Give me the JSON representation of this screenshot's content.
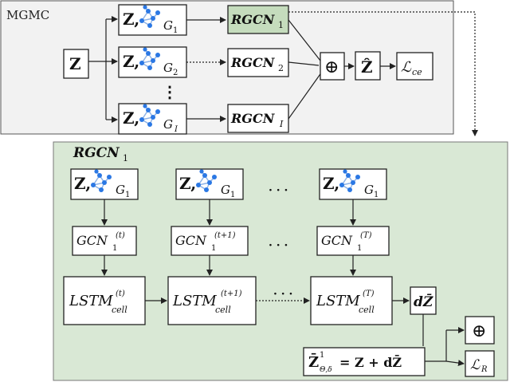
{
  "top": {
    "label": "MGMC",
    "input": "Z",
    "rows": [
      {
        "z": "Z,",
        "g": "G",
        "sub": "1",
        "rgcn": "RGCN",
        "rgcn_sub": "1"
      },
      {
        "z": "Z,",
        "g": "G",
        "sub": "2",
        "rgcn": "RGCN",
        "rgcn_sub": "2"
      },
      {
        "z": "Z,",
        "g": "G",
        "sub": "I",
        "rgcn": "RGCN",
        "rgcn_sub": "I"
      }
    ],
    "vdots": "⋮",
    "oplus": "⊕",
    "zhat": "Ẑ",
    "loss": "ℒ",
    "loss_sub": "ce"
  },
  "bottom": {
    "title": "RGCN",
    "title_sub": "1",
    "cols": [
      {
        "z": "Z,",
        "g": "G",
        "sub": "1",
        "gcn": "GCN",
        "gcn_sub": "1",
        "gcn_sup": "(t)",
        "lstm": "LSTM",
        "lstm_sub": "cell",
        "lstm_sup": "(t)"
      },
      {
        "z": "Z,",
        "g": "G",
        "sub": "1",
        "gcn": "GCN",
        "gcn_sub": "1",
        "gcn_sup": "(t+1)",
        "lstm": "LSTM",
        "lstm_sub": "cell",
        "lstm_sup": "(t+1)"
      },
      {
        "z": "Z,",
        "g": "G",
        "sub": "1",
        "gcn": "GCN",
        "gcn_sub": "1",
        "gcn_sup": "(T)",
        "lstm": "LSTM",
        "lstm_sub": "cell",
        "lstm_sup": "(T)"
      }
    ],
    "dots": "· · ·",
    "dz": "dZ̄",
    "eq_lhs": "Z̄",
    "eq_sup": "1",
    "eq_sub": "Θ,δ",
    "eq_rhs": "= Z + dZ̄",
    "oplus": "⊕",
    "loss": "ℒ",
    "loss_sub": "R"
  },
  "colors": {
    "top_bg": "#f2f2f2",
    "green_bg": "#d9e8d5",
    "rgcn1_highlight": "#c5dcbd",
    "graph_node": "#2b78e4",
    "graph_edge": "#8fb3e6"
  }
}
